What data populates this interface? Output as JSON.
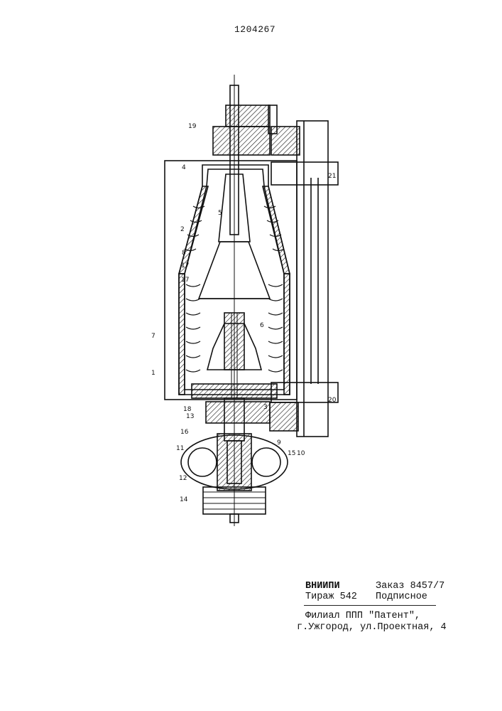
{
  "header": {
    "patent_number": "1204267"
  },
  "drawing": {
    "labels": [
      "1",
      "2",
      "3",
      "4",
      "5",
      "6",
      "7",
      "8",
      "9",
      "10",
      "11",
      "12",
      "13",
      "14",
      "15",
      "16",
      "17",
      "17",
      "18",
      "19",
      "20",
      "21"
    ]
  },
  "imprint": {
    "org": "ВНИИПИ",
    "order": "Заказ 8457/7",
    "circulation": "Тираж 542",
    "subscription": "Подписное",
    "branch": "Филиал ППП \"Патент\",",
    "address": "г.Ужгород, ул.Проектная, 4"
  }
}
